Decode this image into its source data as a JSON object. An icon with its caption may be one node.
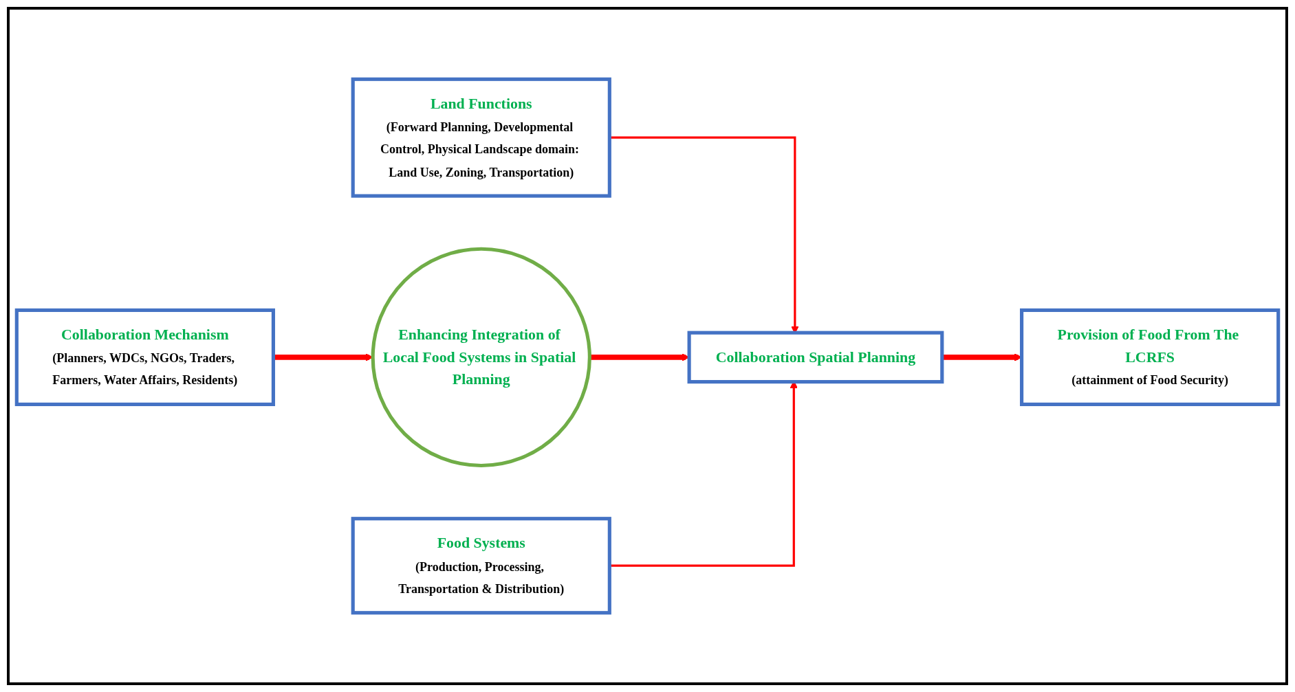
{
  "diagram": {
    "nodes": [
      {
        "text": [
          "Land Functions",
          "(Forward Planning, Developmental Control, Physical Landscape domain: Land Use, Zoning, Transportation)"
        ]
      },
      {
        "text": [
          "Collaboration Mechanism",
          "(Planners, WDCs, NGOs, Traders, Farmers, Water Affairs, Residents)"
        ]
      },
      {
        "text": [
          "Enhancing Integration of Local Food Systems in Spatial Planning"
        ]
      },
      {
        "text": [
          "Collaboration Spatial Planning"
        ]
      },
      {
        "text": [
          "Provision of Food From The LCRFS",
          "(attainment of Food Security)"
        ]
      },
      {
        "text": [
          "Food Systems",
          "(Production, Processing, Transportation & Distribution)"
        ]
      }
    ],
    "edges": [
      {
        "from": 0,
        "to": 3,
        "arrow": "to"
      },
      {
        "from": 1,
        "to": 2,
        "arrow": "to"
      },
      {
        "from": 2,
        "to": 3,
        "arrow": "to"
      },
      {
        "from": 3,
        "to": 4,
        "arrow": "to"
      },
      {
        "from": 5,
        "to": 3,
        "arrow": "to"
      }
    ]
  }
}
